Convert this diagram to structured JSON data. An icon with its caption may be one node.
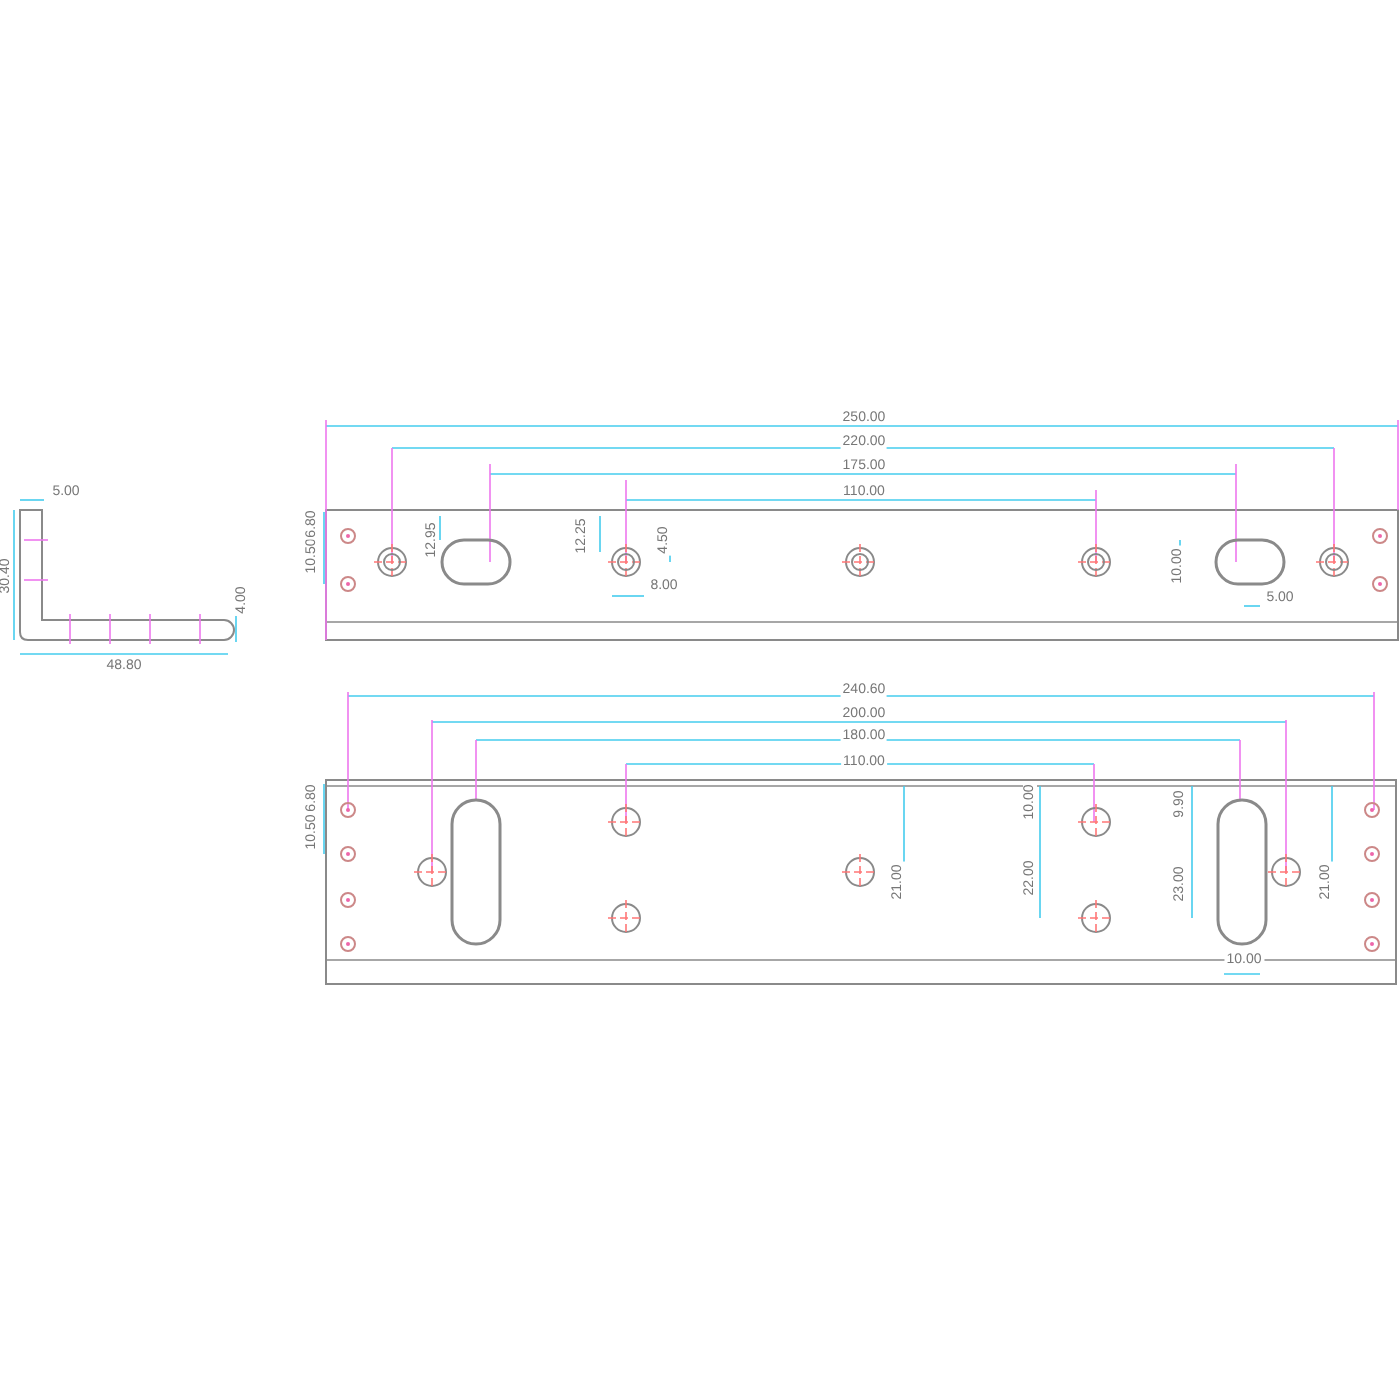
{
  "diagram": {
    "labels": [
      "5.00",
      "30.40",
      "4.00",
      "48.80",
      "250.00",
      "220.00",
      "175.00",
      "110.00",
      "10.50",
      "6.80",
      "12.95",
      "12.25",
      "4.50",
      "10.00",
      "8.00",
      "5.00",
      "240.60",
      "200.00",
      "180.00",
      "110.00",
      "10.50",
      "6.80",
      "10.00",
      "9.90",
      "21.00",
      "22.00",
      "23.00",
      "21.00",
      "10.00"
    ]
  }
}
